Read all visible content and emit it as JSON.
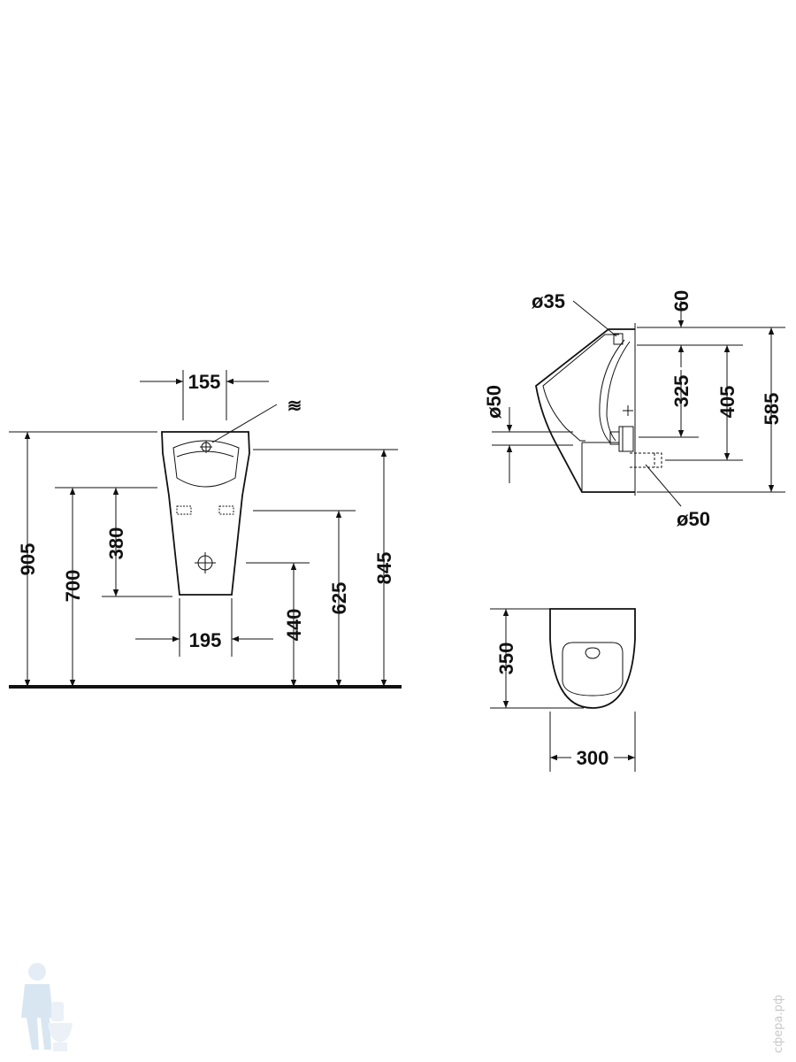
{
  "front_view": {
    "top_width": "155",
    "bottom_width": "195",
    "height_total": "905",
    "height_700": "700",
    "height_380": "380",
    "height_440": "440",
    "height_625": "625",
    "height_845": "845",
    "water_symbol": "≋"
  },
  "side_view": {
    "inlet_diameter": "ø35",
    "top_offset": "60",
    "inner_depth_325": "325",
    "depth_405": "405",
    "depth_585": "585",
    "rear_outlet_diameter": "ø50",
    "outlet_diameter": "ø50"
  },
  "top_view": {
    "depth_350": "350",
    "width_300": "300"
  },
  "watermark": {
    "vertical_text": "сфера.рф"
  }
}
